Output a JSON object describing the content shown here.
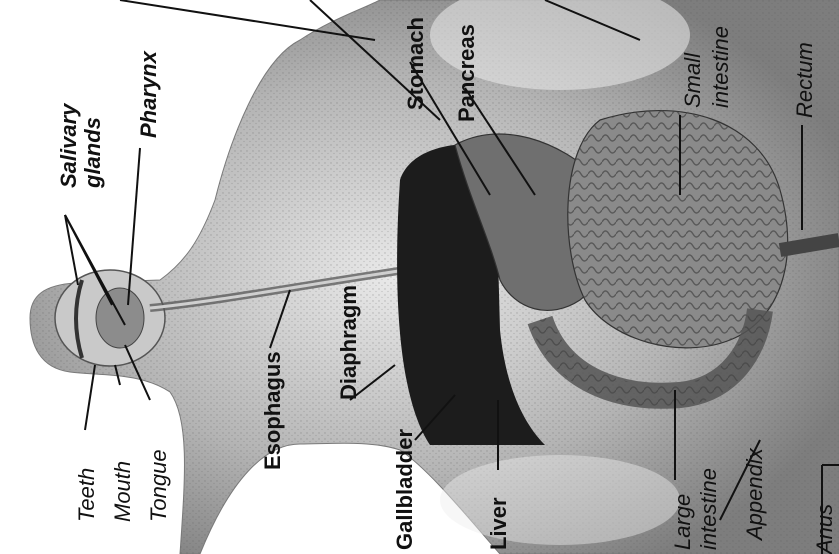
{
  "diagram": {
    "labels": {
      "salivary_glands_1": "Salivary",
      "salivary_glands_2": "glands",
      "pharynx": "Pharynx",
      "stomach": "Stomach",
      "pancreas": "Pancreas",
      "small_intestine_1": "Small",
      "small_intestine_2": "intestine",
      "rectum": "Rectum",
      "teeth": "Teeth",
      "mouth": "Mouth",
      "tongue": "Tongue",
      "esophagus": "Esophagus",
      "diaphragm": "Diaphragm",
      "gallbladder": "Gallbladder",
      "liver": "Liver",
      "large_intestine_1": "Large",
      "large_intestine_2": "intestine",
      "appendix": "Appendix",
      "anus": "Anus"
    },
    "colors": {
      "ink": "#111111",
      "body_shade": "#9a9a9a",
      "liver": "#1c1c1c",
      "organ_mid": "#6f6f6f",
      "background": "#ffffff"
    }
  }
}
